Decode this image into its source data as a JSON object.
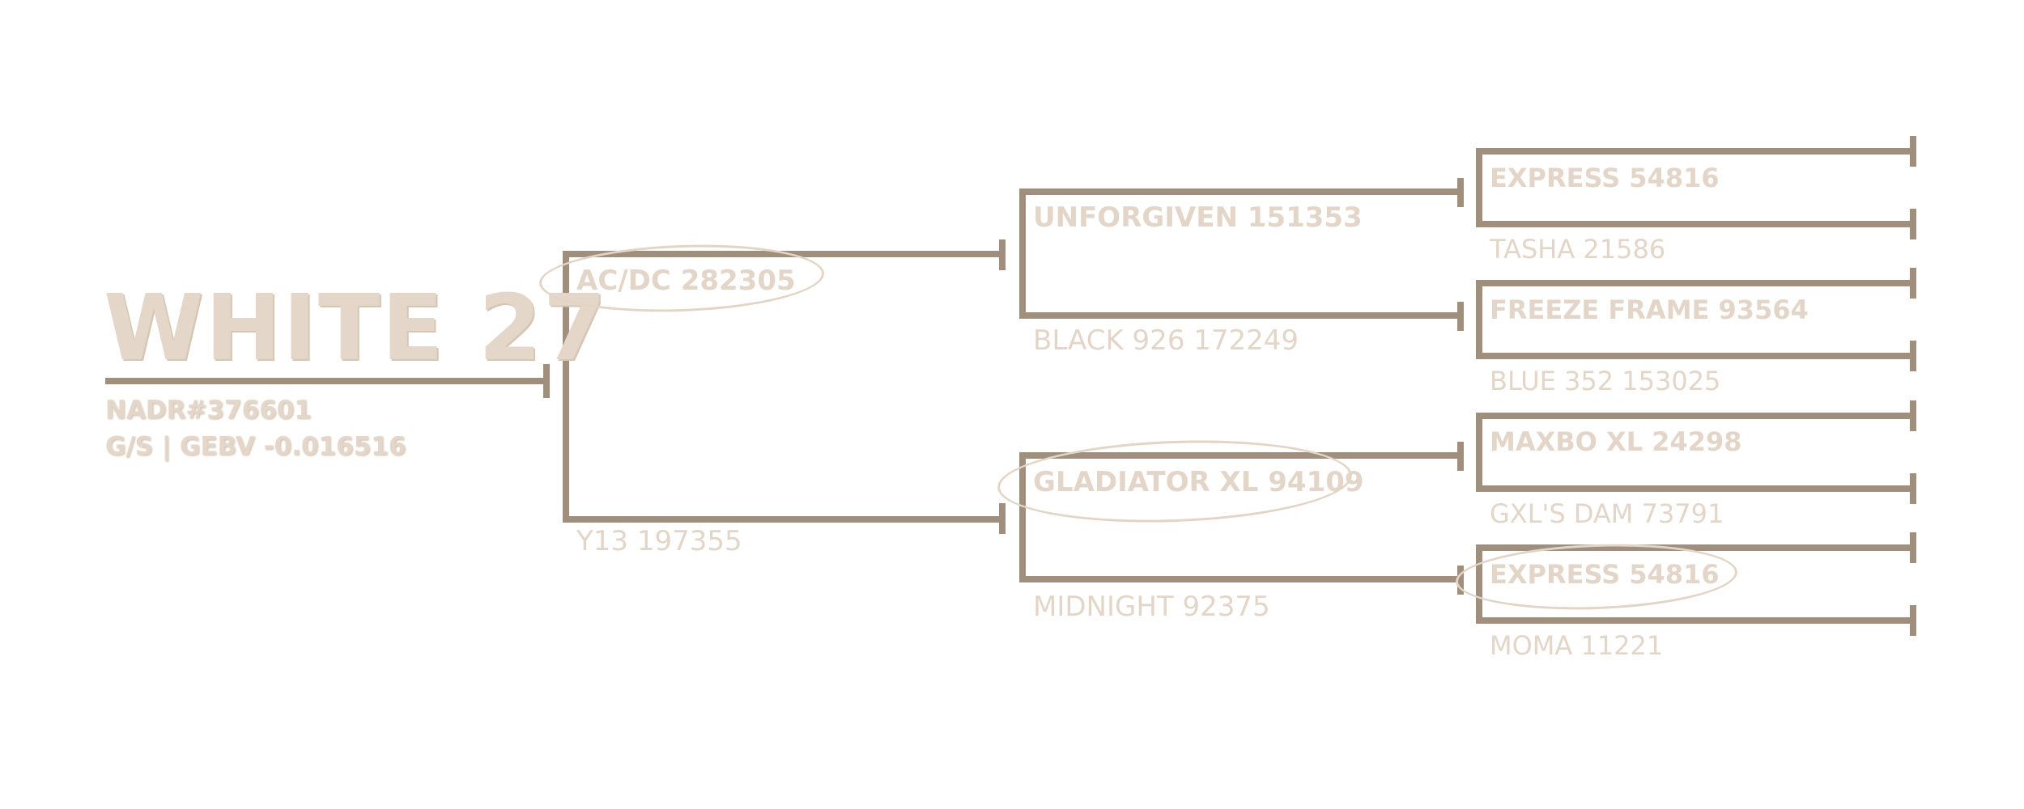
{
  "colors": {
    "bracket": "#a18f7e",
    "text": "#e3d6c8",
    "ring": "#e2d5c6"
  },
  "animal": {
    "name": "WHITE 27",
    "registration": "NADR#376601",
    "gebv": "G/S | GEBV -0.016516"
  },
  "pedigree": {
    "sire": "AC/DC 282305",
    "dam": "Y13 197355",
    "sire_sire": "UNFORGIVEN 151353",
    "sire_dam": "BLACK 926 172249",
    "dam_sire": "GLADIATOR XL 94109",
    "dam_dam": "MIDNIGHT 92375",
    "sss": "EXPRESS 54816",
    "ssd": "TASHA 21586",
    "sds": "FREEZE FRAME 93564",
    "sdd": "BLUE 352 153025",
    "dss": "MAXBO XL 24298",
    "dsd": "GXL'S DAM 73791",
    "dds": "EXPRESS 54816",
    "ddd": "MOMA 11221"
  }
}
